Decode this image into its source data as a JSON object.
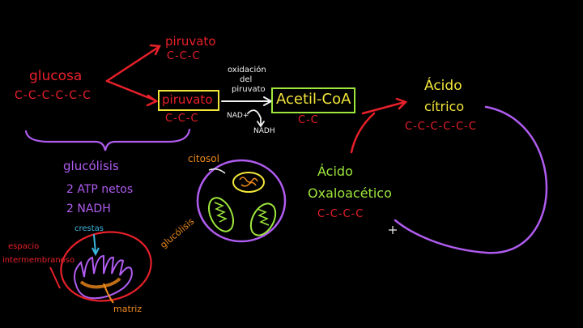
{
  "pathway": {
    "glucose": {
      "name": "glucosa",
      "chain": "C-C-C-C-C-C"
    },
    "pyruvate_top": {
      "name": "piruvato",
      "chain": "C-C-C"
    },
    "pyruvate_boxed": {
      "name": "piruvato",
      "chain": "C-C-C"
    },
    "oxidation_label": [
      "oxidación",
      "del",
      "piruvato"
    ],
    "nad_label": "NAD+",
    "nadh_label": "NADH",
    "acetyl_coa": {
      "name": "Acetil-CoA",
      "chain": "C-C"
    },
    "citric_acid": {
      "name_line1": "Ácido",
      "name_line2": "cítrico",
      "chain": "C-C-C-C-C-C"
    },
    "oxaloacetic_acid": {
      "name_line1": "Ácido",
      "name_line2": "Oxaloacético",
      "chain": "C-C-C-C"
    }
  },
  "glycolysis_summary": {
    "title": "glucólisis",
    "atp": "2 ATP netos",
    "nadh": "2 NADH"
  },
  "cell": {
    "cytosol_label": "citosol",
    "glycolysis_label": "glucólisis"
  },
  "mitochondrion": {
    "crestas_label": "crestas",
    "intermembrane_label_1": "espacio",
    "intermembrane_label_2": "intermembranoso",
    "matrix_label": "matriz"
  },
  "colors": {
    "background": "#000000",
    "red": "#e8202a",
    "orange": "#f08a1c",
    "yellow": "#f3e63a",
    "green": "#9ee83c",
    "purple": "#b05cf0",
    "white": "#f2f2f2",
    "cyan": "#3bb8e0"
  }
}
